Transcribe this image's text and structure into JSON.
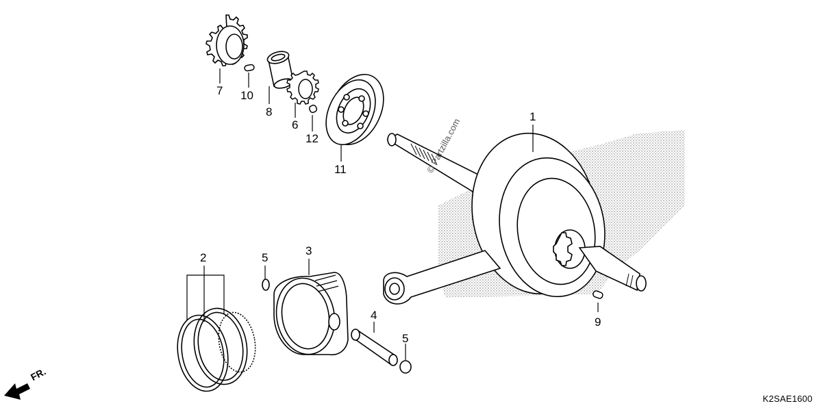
{
  "diagram": {
    "code": "K2SAE1600",
    "watermark": "© Partzilla.com",
    "front_marker": "FR."
  },
  "callouts": [
    {
      "id": "1",
      "label": "1"
    },
    {
      "id": "2",
      "label": "2"
    },
    {
      "id": "3",
      "label": "3"
    },
    {
      "id": "4",
      "label": "4"
    },
    {
      "id": "5a",
      "label": "5"
    },
    {
      "id": "5b",
      "label": "5"
    },
    {
      "id": "6",
      "label": "6"
    },
    {
      "id": "7",
      "label": "7"
    },
    {
      "id": "8",
      "label": "8"
    },
    {
      "id": "9",
      "label": "9"
    },
    {
      "id": "10",
      "label": "10"
    },
    {
      "id": "11",
      "label": "11"
    },
    {
      "id": "12",
      "label": "12"
    }
  ]
}
